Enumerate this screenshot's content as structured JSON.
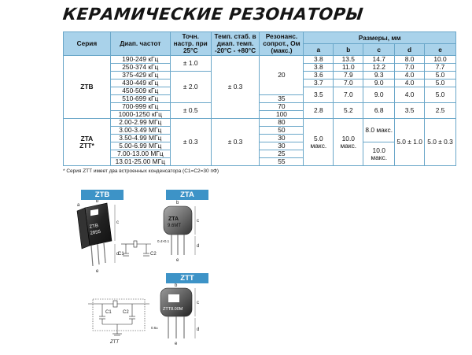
{
  "title": "КЕРАМИЧЕСКИЕ РЕЗОНАТОРЫ",
  "table": {
    "headers": {
      "series": "Серия",
      "freq_range": "Диап. частот",
      "accuracy": "Точн. настр. при 25°С",
      "temp_stability": "Темп. стаб. в диап. темп. -20°С - +80°С",
      "resistance": "Резонанс. сопрот., Ом (макс.)",
      "dimensions": "Размеры, мм",
      "dim_a": "a",
      "dim_b": "b",
      "dim_c": "c",
      "dim_d": "d",
      "dim_e": "e"
    },
    "ztb": {
      "series": "ZTB",
      "ranges": [
        "190-249 кГц",
        "250-374 кГц",
        "375-429 кГц",
        "430-449 кГц",
        "450-509 кГц",
        "510-699 кГц",
        "700-999 кГц",
        "1000-1250 кГц"
      ],
      "accuracy": [
        "± 1.0",
        "± 2.0",
        "± 0.5"
      ],
      "temp": "± 0.3",
      "resistance": [
        "20",
        "35",
        "70",
        "100"
      ],
      "dims": [
        [
          "3.8",
          "13.5",
          "14.7",
          "8.0",
          "10.0"
        ],
        [
          "3.8",
          "11.0",
          "12.2",
          "7.0",
          "7.7"
        ],
        [
          "3.6",
          "7.9",
          "9.3",
          "4.0",
          "5.0"
        ],
        [
          "3.7",
          "7.0",
          "9.0",
          "4.0",
          "5.0"
        ],
        [
          "3.5",
          "7.0",
          "9.0",
          "4.0",
          "5.0"
        ],
        [
          "2.8",
          "5.2",
          "6.8",
          "3.5",
          "2.5"
        ]
      ]
    },
    "zta": {
      "series_1": "ZTA",
      "series_2": "ZTT*",
      "ranges": [
        "2.00-2.99 МГц",
        "3.00-3.49 МГц",
        "3.50-4.99 МГц",
        "5.00-6.99 МГц",
        "7.00-13.00 МГц",
        "13.01-25.00 МГц"
      ],
      "accuracy": "± 0.3",
      "temp": "± 0.3",
      "resistance": [
        "80",
        "50",
        "30",
        "30",
        "25",
        "55"
      ],
      "dim_a": "5.0 макс.",
      "dim_b": "10.0 макс.",
      "dim_c_1": "8.0 макс.",
      "dim_c_2": "10.0 макс.",
      "dim_d": "5.0 ± 1.0",
      "dim_e": "5.0 ± 0.3"
    }
  },
  "footnote": "* Серия ZTT имеет два встроенных конденсатора (С1=С2=30 пФ)",
  "diagrams": {
    "ztb_tab": "ZTB",
    "zta_tab": "ZTA",
    "ztt_tab": "ZTT",
    "ztb_marking_1": "ZTB",
    "ztb_marking_2": "2855",
    "zta_marking_1": "ZTA",
    "zta_marking_2": "9.6MT",
    "zta_lead": "0.4×0.1",
    "ztt_marking": "ZTT8.00M",
    "ztt_lead": "0.6±",
    "dim_a": "a",
    "dim_b": "b",
    "dim_c": "c",
    "dim_d": "d",
    "dim_e": "e",
    "cap_c1": "C1",
    "cap_c2": "C2",
    "ztt_label": "ZTT"
  },
  "colors": {
    "header_bg": "#a9d2ea",
    "border": "#6aa7c9",
    "tab_bg": "#3d93c7"
  }
}
